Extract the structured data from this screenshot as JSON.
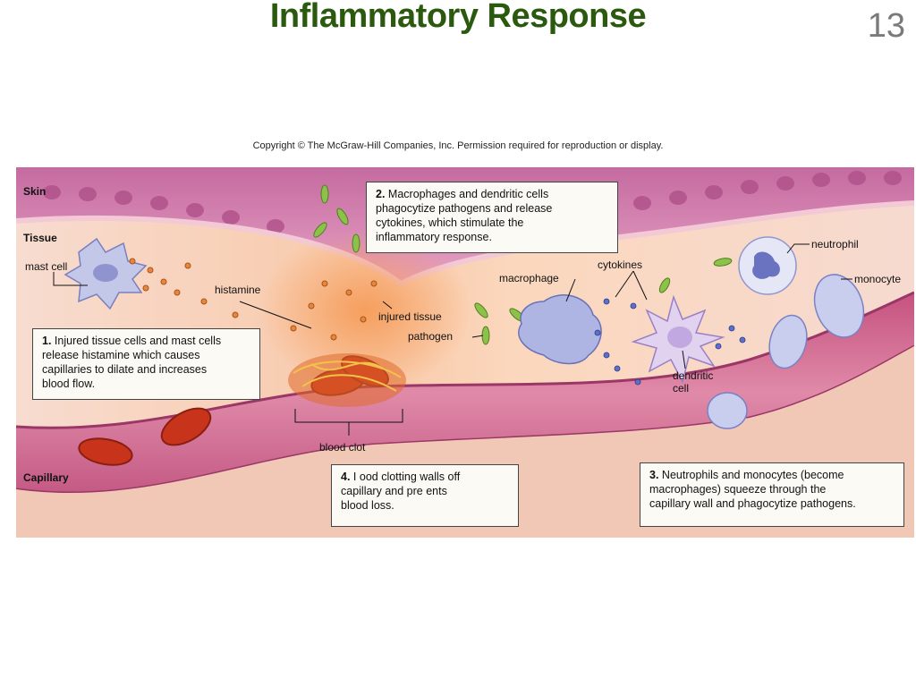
{
  "slide": {
    "title": "Inflammatory Response",
    "number": "13"
  },
  "copyright": "Copyright © The McGraw-Hill Companies, Inc. Permission required for reproduction or display.",
  "regions": {
    "skin": "Skin",
    "tissue": "Tissue",
    "capillary": "Capillary"
  },
  "labels": {
    "mast_cell": "mast cell",
    "histamine": "histamine",
    "injured_tissue": "injured tissue",
    "pathogen": "pathogen",
    "macrophage": "macrophage",
    "cytokines": "cytokines",
    "dendritic_cell": "dendritic\ncell",
    "neutrophil": "neutrophil",
    "monocyte": "monocyte",
    "blood_clot": "blood clot"
  },
  "callouts": [
    {
      "number": "1.",
      "text": "Injured tissue cells and mast cells\nrelease histamine which causes\ncapillaries to dilate and increases\nblood flow."
    },
    {
      "number": "2.",
      "text": "Macrophages and dendritic cells\nphagocytize pathogens and release\ncytokines, which stimulate the\ninflammatory response."
    },
    {
      "number": "3.",
      "text": "Neutrophils and monocytes (become\nmacrophages) squeeze through the\ncapillary wall and phagocytize pathogens."
    },
    {
      "number": "4.",
      "text": " I ood clotting walls off\ncapillary and pre ents\nblood loss."
    }
  ]
}
